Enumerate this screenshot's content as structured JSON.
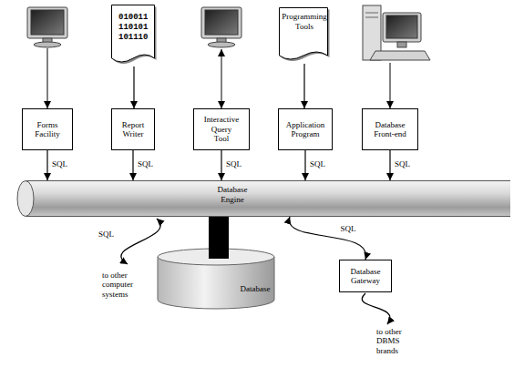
{
  "diagram": {
    "nodes": [
      {
        "text": [
          "010011 110101 101110"
        ]
      },
      {
        "text": [
          "Programming Tools"
        ]
      },
      {
        "text": [
          "Forms Facility"
        ]
      },
      {
        "text": [
          "Report Writer"
        ]
      },
      {
        "text": [
          "Interactive Query Tool"
        ]
      },
      {
        "text": [
          "Application Program"
        ]
      },
      {
        "text": [
          "Database Front-end"
        ]
      },
      {
        "text": [
          "Database Engine"
        ]
      },
      {
        "text": [
          "Database"
        ]
      },
      {
        "text": [
          "Database Gateway"
        ]
      }
    ],
    "edges": [
      {
        "from": 0,
        "to": 3,
        "arrow": "to"
      },
      {
        "from": 1,
        "to": 5,
        "arrow": "to"
      },
      {
        "from": 2,
        "to": 7,
        "label": "SQL",
        "arrow": "to"
      },
      {
        "from": 3,
        "to": 7,
        "label": "SQL",
        "arrow": "to"
      },
      {
        "from": 4,
        "to": 7,
        "label": "SQL",
        "arrow": "to"
      },
      {
        "from": 5,
        "to": 7,
        "label": "SQL",
        "arrow": "to"
      },
      {
        "from": 6,
        "to": 7,
        "label": "SQL",
        "arrow": "to"
      },
      {
        "from": 7,
        "to": 8,
        "arrow": "none"
      },
      {
        "from": 7,
        "to": 9,
        "label": "SQL",
        "arrow": "both"
      }
    ],
    "labels": [
      "SQL",
      "to other computer systems",
      "to other DBMS brands"
    ]
  }
}
